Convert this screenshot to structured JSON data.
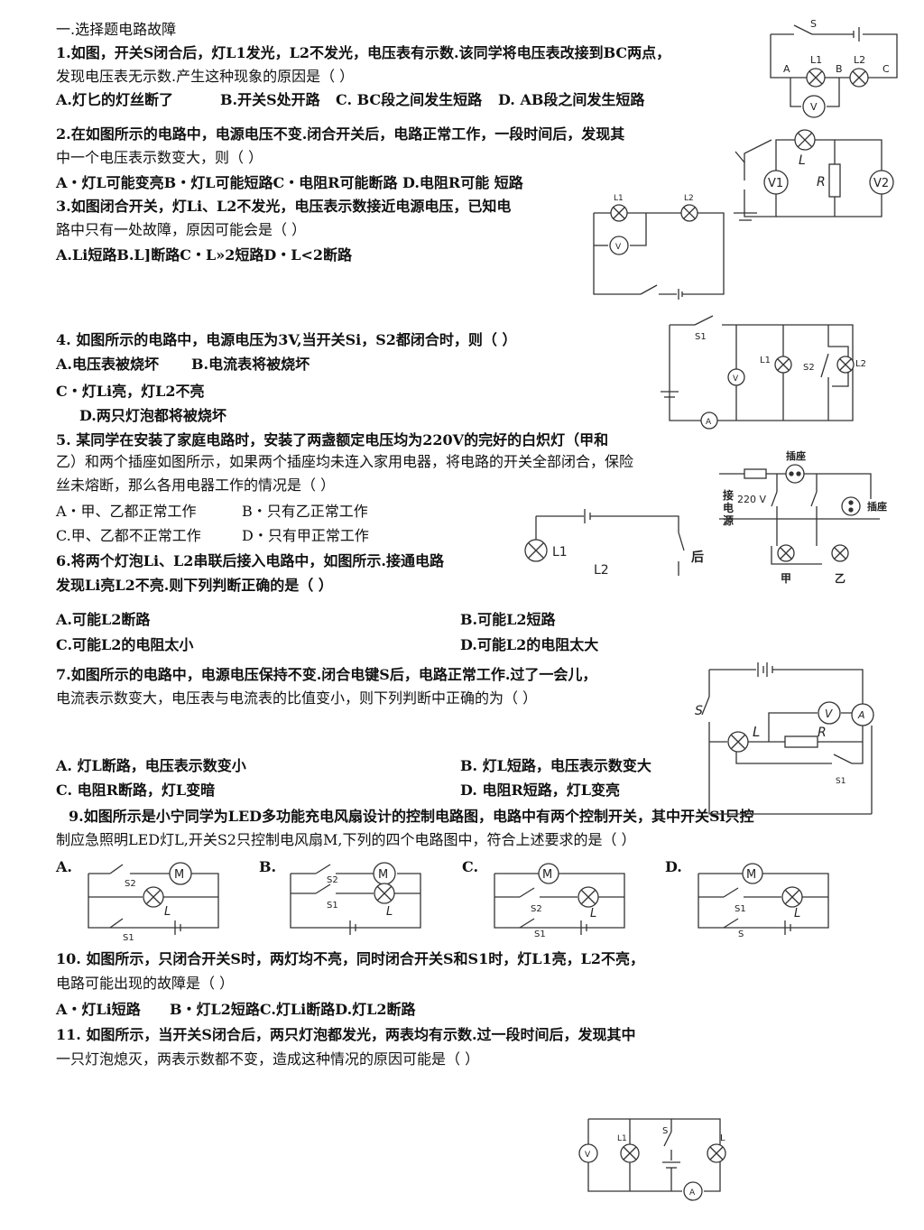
{
  "section_title": "一.选择题电路故障",
  "questions": [
    {
      "lines": [
        "1.如图，开关S闭合后，灯L1发光，L2不发光，电压表有示数.该同学将电压表改接到BC两点，",
        "发现电压表无示数.产生这种现象的原因是（          ）"
      ],
      "options": [
        "A.灯匕的灯丝断了",
        "B.开关S处开路",
        "C. BC段之间发生短路",
        "D. AB段之间发生短路"
      ]
    },
    {
      "lines": [
        "2.在如图所示的电路中，电源电压不变.闭合开关后，电路正常工作，一段时间后，发现其",
        "中一个电压表示数变大，则（        ）"
      ],
      "options": [
        "A・灯L可能变亮B・灯L可能短路C・电阻R可能断路 D.电阻R可能  短路"
      ]
    },
    {
      "lines": [
        "3.如图闭合开关，灯Li、L2不发光，电压表示数接近电源电压，已知电",
        "路中只有一处故障，原因可能会是（        ）"
      ],
      "options": [
        "A.Li短路B.L]断路C・L»2短路D・L<2断路"
      ]
    },
    {
      "lines": [
        "4.   如图所示的电路中，电源电压为3V,当开关Si，S2都闭合时，则（              ）"
      ],
      "options": [
        "A.电压表被烧坏",
        "B.电流表将被烧坏",
        "C・灯Li亮，灯L2不亮",
        "D.两只灯泡都将被烧坏"
      ]
    },
    {
      "lines": [
        "5.   某同学在安装了家庭电路时，安装了两盏额定电压均为220V的完好的白炽灯（甲和",
        "乙）和两个插座如图所示，如果两个插座均未连入家用电器，将电路的开关全部闭合，保险",
        "丝未熔断，那么各用电器工作的情况是（        ）"
      ],
      "options": [
        "A・甲、乙都正常工作",
        "B・只有乙正常工作",
        "C.甲、乙都不正常工作",
        "D・只有甲正常工作"
      ]
    },
    {
      "lines": [
        "6.将两个灯泡Li、L2串联后接入电路中，如图所示.接通电路",
        "发现Li亮L2不亮.则下列判断正确的是（              ）"
      ],
      "options": [
        "A.可能L2断路",
        "B.可能L2短路",
        "C.可能L2的电阻太小",
        "D.可能L2的电阻太大"
      ]
    },
    {
      "lines": [
        "7.如图所示的电路中，电源电压保持不变.闭合电键S后，电路正常工作.过了一会儿，",
        "电流表示数变大，电压表与电流表的比值变小，则下列判断中正确的为（          ）"
      ],
      "options": [
        "A. 灯L断路，电压表示数变小",
        "B. 灯L短路，电压表示数变大",
        "C. 电阻R断路，灯L变暗",
        "D. 电阻R短路，灯L变亮"
      ]
    },
    {
      "lines": [
        "9.如图所示是小宁同学为LED多功能充电风扇设计的控制电路图，电路中有两个控制开关，其中开关Sl只控",
        "制应急照明LED灯L,开关S2只控制电风扇M,下列的四个电路图中，符合上述要求的是（                ）"
      ],
      "options": [
        "A.",
        "B.",
        "C.",
        "D."
      ]
    },
    {
      "lines": [
        "10.  如图所示，只闭合开关S时，两灯均不亮，同时闭合开关S和S1时，灯L1亮，L2不亮，",
        "电路可能出现的故障是（      ）"
      ],
      "options": [
        "A・灯Li短路",
        "B・灯L2短路C.灯Li断路D.灯L2断路"
      ]
    },
    {
      "lines": [
        "11.  如图所示，当开关S闭合后，两只灯泡都发光，两表均有示数.过一段时间后，发现其中",
        "一只灯泡熄灭，两表示数都不变，造成这种情况的原因可能是（        ）"
      ],
      "options": []
    }
  ],
  "labels": {
    "fig1": {
      "s": "S",
      "a": "A",
      "b": "B",
      "c": "C",
      "l1": "L1",
      "l2": "L2",
      "v": "V"
    },
    "fig2": {
      "l": "L",
      "r": "R",
      "v1": "V1",
      "v2": "V2"
    },
    "fig3": {
      "l1": "L1",
      "l2": "L2",
      "v": "V"
    },
    "fig4": {
      "s1": "S1",
      "s2": "S2",
      "l1": "L1",
      "l2": "L2",
      "v": "V",
      "a": "A"
    },
    "fig5": {
      "fuse": "插座",
      "socket": "插座",
      "src1": "接",
      "src2": "电",
      "src3": "源",
      "volt": "220 V",
      "jia": "甲",
      "yi": "乙"
    },
    "fig6": {
      "l1": "L1",
      "l2": "L2",
      "sw": "后"
    },
    "fig7": {
      "s": "S",
      "l": "L",
      "r": "R",
      "v": "V",
      "a": "A",
      "s1": "S1"
    },
    "fig9": {
      "m": "M",
      "l": "L",
      "s1": "S1",
      "s2": "S2",
      "sa": "S2",
      "sb": "S1",
      "s3": "S"
    },
    "fig11": {
      "v": "V",
      "l1": "L1",
      "s": "S",
      "l": "L",
      "a": "A"
    }
  }
}
